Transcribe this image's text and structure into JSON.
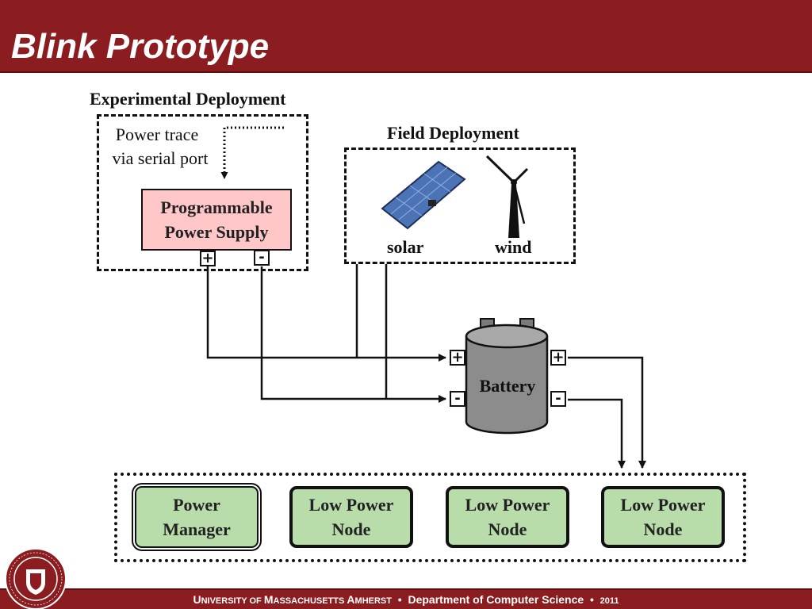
{
  "slide": {
    "title": "Blink Prototype"
  },
  "experimental": {
    "title": "Experimental Deployment",
    "trace_line1": "Power trace",
    "trace_line2": "via serial port",
    "supply_line1": "Programmable",
    "supply_line2": "Power Supply"
  },
  "field": {
    "title": "Field Deployment",
    "solar_label": "solar",
    "wind_label": "wind"
  },
  "battery": {
    "label": "Battery"
  },
  "terminals": {
    "plus": "+",
    "minus": "-"
  },
  "nodes": [
    {
      "line1": "Power",
      "line2": "Manager"
    },
    {
      "line1": "Low Power",
      "line2": "Node"
    },
    {
      "line1": "Low Power",
      "line2": "Node"
    },
    {
      "line1": "Low Power",
      "line2": "Node"
    }
  ],
  "footer": {
    "university_caps": [
      "U",
      "NIVERSITY OF ",
      "M",
      "ASSACHUSETTS ",
      "A",
      "MHERST"
    ],
    "separator": "•",
    "department": "Department of Computer Science",
    "year": "2011"
  },
  "colors": {
    "header_bg": "#8b1c1f",
    "supply_fill": "#ffc7c7",
    "node_fill": "#b8dcaa",
    "battery_fill": "#8c8c8c"
  }
}
